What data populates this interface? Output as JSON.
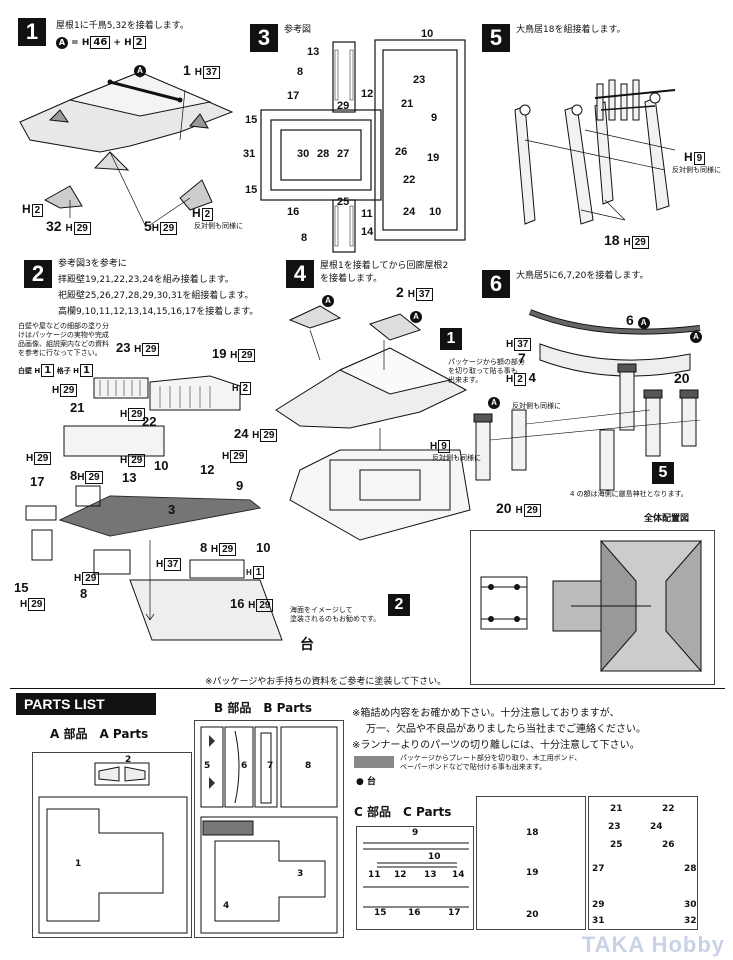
{
  "step1": {
    "num": "1",
    "text1": "屋根1に千鳥5,32を接着します。",
    "eq_a": "A",
    "eq_rest": "= H",
    "eq_h1": "46",
    "eq_plus": "+ H",
    "eq_h2": "2",
    "labels": {
      "a_mark": "A",
      "part1": "1",
      "part1_h": "37",
      "h2_left": "H",
      "h2_left_box": "2",
      "h2_right": "H",
      "h2_right_box": "2",
      "note_right": "反対側も同様に",
      "part32": "32",
      "part32_h": "29",
      "part5": "5",
      "part5_h": "29"
    }
  },
  "step3": {
    "num": "3",
    "title": "参考図",
    "labels": [
      "10",
      "13",
      "8",
      "23",
      "12",
      "29",
      "21",
      "17",
      "9",
      "15",
      "31",
      "30",
      "28",
      "27",
      "26",
      "19",
      "22",
      "15",
      "25",
      "11",
      "16",
      "8",
      "14",
      "24",
      "10"
    ]
  },
  "step5": {
    "num": "5",
    "text": "大鳥居18を組接着します。",
    "h9": "9",
    "note": "反対側も同様に",
    "part18": "18",
    "part18_h": "29"
  },
  "step2": {
    "num": "2",
    "lines": [
      "参考図3を参考に",
      "拝殿壁19,21,22,23,24を組み接着します。",
      "祀殿壁25,26,27,28,29,30,31を組接着します。",
      "高欄9,10,11,12,13,14,15,16,17を接着します。"
    ],
    "side_note": [
      "白壁や屋などの細部の塗り分",
      "けはパッケージの実物や完成",
      "品画像、組説案内などの資料",
      "を参考に行なって下さい。"
    ],
    "side_legend": [
      "白壁",
      "1",
      "格子",
      "1"
    ],
    "labels": {
      "p23": "23",
      "p23_h": "29",
      "p19": "19",
      "p19_h": "29",
      "h2": "2",
      "p21": "21",
      "p21_h": "29",
      "p22": "22",
      "p22_h": "29",
      "p24": "24",
      "p24_h": "29",
      "p10": "10",
      "p10_h": "29",
      "p13": "13",
      "p12": "12",
      "p12_h": "29",
      "p8": "8",
      "p8_h": "29",
      "p9": "9",
      "p17": "17",
      "p17_h": "29",
      "p3": "3",
      "p3_h": "37",
      "p15": "15",
      "p15_h": "29",
      "p8b": "8",
      "p8b_h": "29",
      "p10b": "10",
      "p16": "16",
      "p16_h": "29",
      "p11_h": "1",
      "sea_note": [
        "海面をイメージして",
        "塗装されるのもお勧めです。"
      ],
      "base": "台",
      "marker2": "2"
    }
  },
  "step4": {
    "num": "4",
    "text": [
      "屋根1を接着してから回廊屋根2",
      "を接着します。"
    ],
    "labels": {
      "a1": "A",
      "a2": "A",
      "p2": "2",
      "p2_h": "37",
      "marker1": "1"
    }
  },
  "step6": {
    "num": "6",
    "text": "大鳥居5に6,7,20を接着します。",
    "labels": {
      "p6": "6",
      "a": "A",
      "p7": "7",
      "p20": "20",
      "p20b": "20",
      "p20b_h": "29",
      "h37": "37",
      "h2": "2",
      "p4": "4",
      "h9": "9",
      "note_pkg": [
        "パッケージから額の部分",
        "を切り取って貼る事も",
        "出来ます。"
      ],
      "note_opp": "反対側も同様に",
      "note_opp2": "反対側も同様に",
      "marker5": "5",
      "note4": "4 の額は海側に厳島神社となります。"
    }
  },
  "layout_panel": {
    "title": "全体配置図"
  },
  "footer_note": "※パッケージやお手持ちの資料をご参考に塗装して下さい。",
  "parts_list": {
    "title": "PARTS LIST",
    "a_title": "A 部品　A Parts",
    "a_labels": [
      "2",
      "1"
    ],
    "b_title": "B 部品　B Parts",
    "b_labels": [
      "5",
      "6",
      "7",
      "8",
      "3",
      "4"
    ],
    "notes": [
      "※箱詰め内容をお確かめ下さい。十分注意しておりますが、",
      "万一、欠品や不良品がありましたら当社までご連絡ください。",
      "※ランナーよりのパーツの切り離しには、十分注意して下さい。"
    ],
    "gray_note": [
      "パッケージからプレート部分を切り取り、木工用ボンド、",
      "ペーパーボンドなどで貼付ける事も出来ます。"
    ],
    "dai": "● 台",
    "c_title": "C 部品　C Parts",
    "c_labels": [
      "9",
      "10",
      "11",
      "12",
      "13",
      "14",
      "15",
      "16",
      "17",
      "18",
      "19",
      "20",
      "21",
      "22",
      "23",
      "24",
      "25",
      "26",
      "27",
      "28",
      "29",
      "30",
      "31",
      "32"
    ]
  },
  "watermark": "TAKA Hobby"
}
